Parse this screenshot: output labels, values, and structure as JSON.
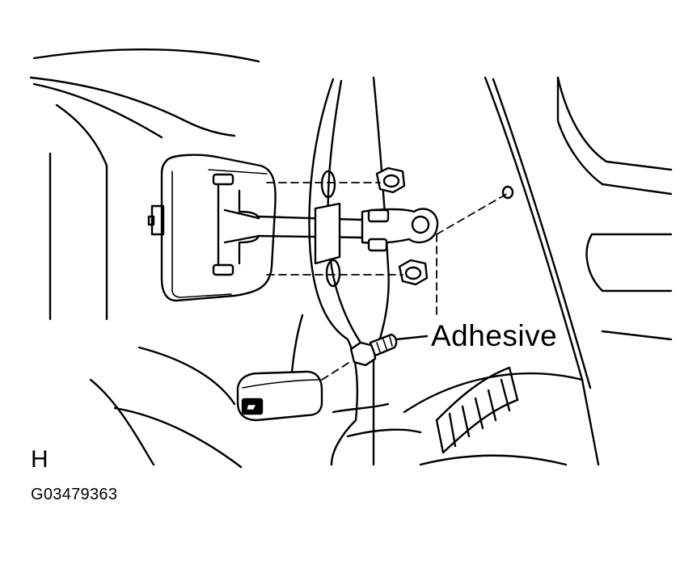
{
  "labels": {
    "callout": "Adhesive",
    "view_letter": "H",
    "figure_code": "G03479363"
  }
}
